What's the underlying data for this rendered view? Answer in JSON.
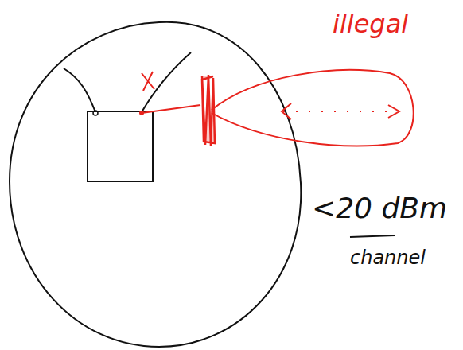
{
  "diagram": {
    "labels": [
      "illegal",
      "<20 dBm",
      "channel"
    ]
  }
}
